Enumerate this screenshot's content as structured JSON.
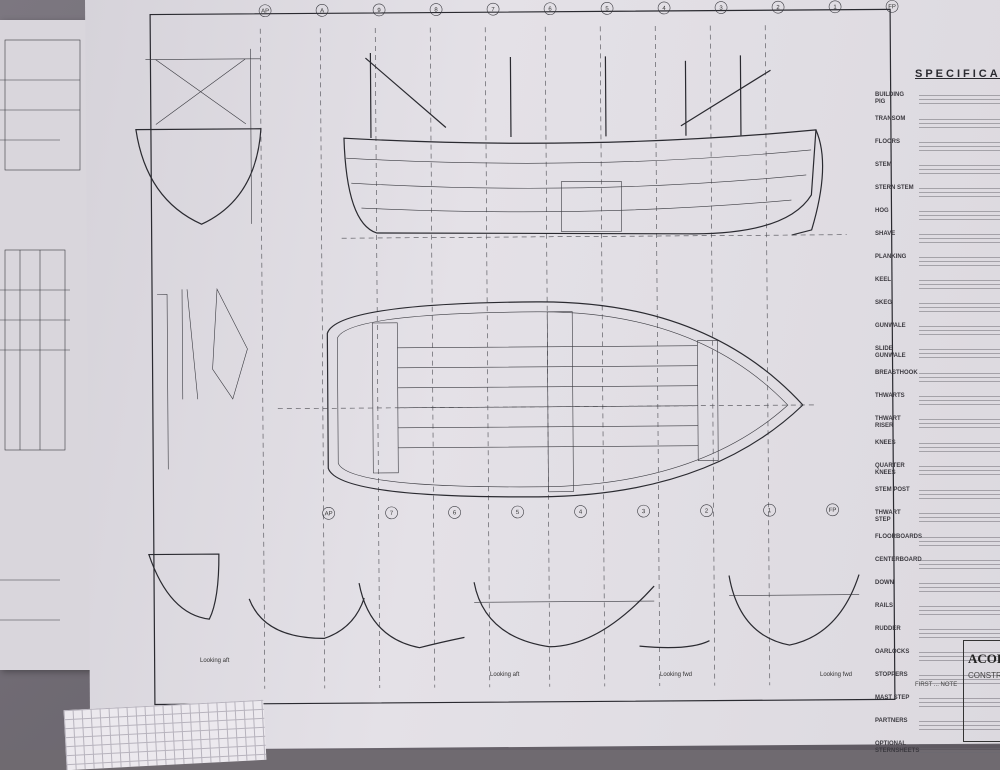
{
  "specifications": {
    "title": "SPECIFICA",
    "items": [
      "BUILDING PIG",
      "TRANSOM",
      "FLOORS",
      "STEM",
      "STERN STEM",
      "HOG",
      "SHAVE",
      "PLANKING",
      "KEEL",
      "SKEG",
      "GUNWALE",
      "SLIDE GUNWALE",
      "BREASTHOOK",
      "THWARTS",
      "THWART RISER",
      "KNEES",
      "QUARTER KNEES",
      "STEM POST",
      "THWART STEP",
      "FLOORBOARDS",
      "CENTERBOARD",
      "DOWN",
      "RAILS",
      "RUDDER",
      "OARLOCKS",
      "STOPPERS",
      "MAST STEP",
      "PARTNERS",
      "OPTIONAL STERNSHEETS"
    ]
  },
  "title_block": {
    "name": "ACORN",
    "subtitle": "CONSTRU"
  },
  "stations_top": [
    "AP",
    "A",
    "9",
    "8",
    "7",
    "6",
    "5",
    "4",
    "3",
    "2",
    "1",
    "FP"
  ],
  "stations_mid": [
    "AP",
    "7",
    "6",
    "5",
    "4",
    "3",
    "2",
    "1",
    "FP"
  ],
  "section_labels": [
    "Looking aft",
    "Looking aft",
    "Looking fwd",
    "Looking fwd"
  ],
  "note_label": "FIRST ... NOTE"
}
